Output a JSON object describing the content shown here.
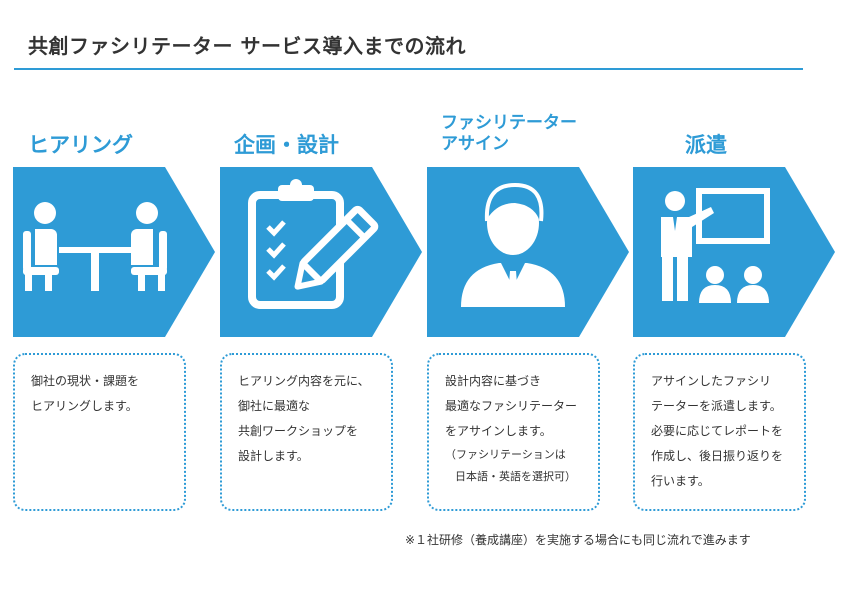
{
  "title": "共創ファシリテーター サービス導入までの流れ",
  "accent_color": "#2e9bd6",
  "steps": [
    {
      "title_lines": [
        "ヒアリング"
      ],
      "icon": "meeting-icon",
      "desc_lines": [
        "御社の現状・課題を",
        "ヒアリングします。"
      ]
    },
    {
      "title_lines": [
        "企画・設計"
      ],
      "icon": "checklist-pencil-icon",
      "desc_lines": [
        "ヒアリング内容を元に、",
        "御社に最適な",
        "共創ワークショップを",
        "設計します。"
      ]
    },
    {
      "title_lines": [
        "ファシリテーター",
        "アサイン"
      ],
      "icon": "person-icon",
      "desc_lines": [
        "設計内容に基づき",
        "最適なファシリテーター",
        "をアサインします。"
      ],
      "note_lines": [
        "（ファシリテーションは",
        "日本語・英語を選択可）"
      ]
    },
    {
      "title_lines": [
        "派遣"
      ],
      "icon": "presenter-icon",
      "desc_lines": [
        "アサインしたファシリ",
        "テーターを派遣します。",
        "必要に応じてレポートを",
        "作成し、後日振り返りを",
        "行います。"
      ]
    }
  ],
  "footnote": "※１社研修（養成講座）を実施する場合にも同じ流れで進みます"
}
